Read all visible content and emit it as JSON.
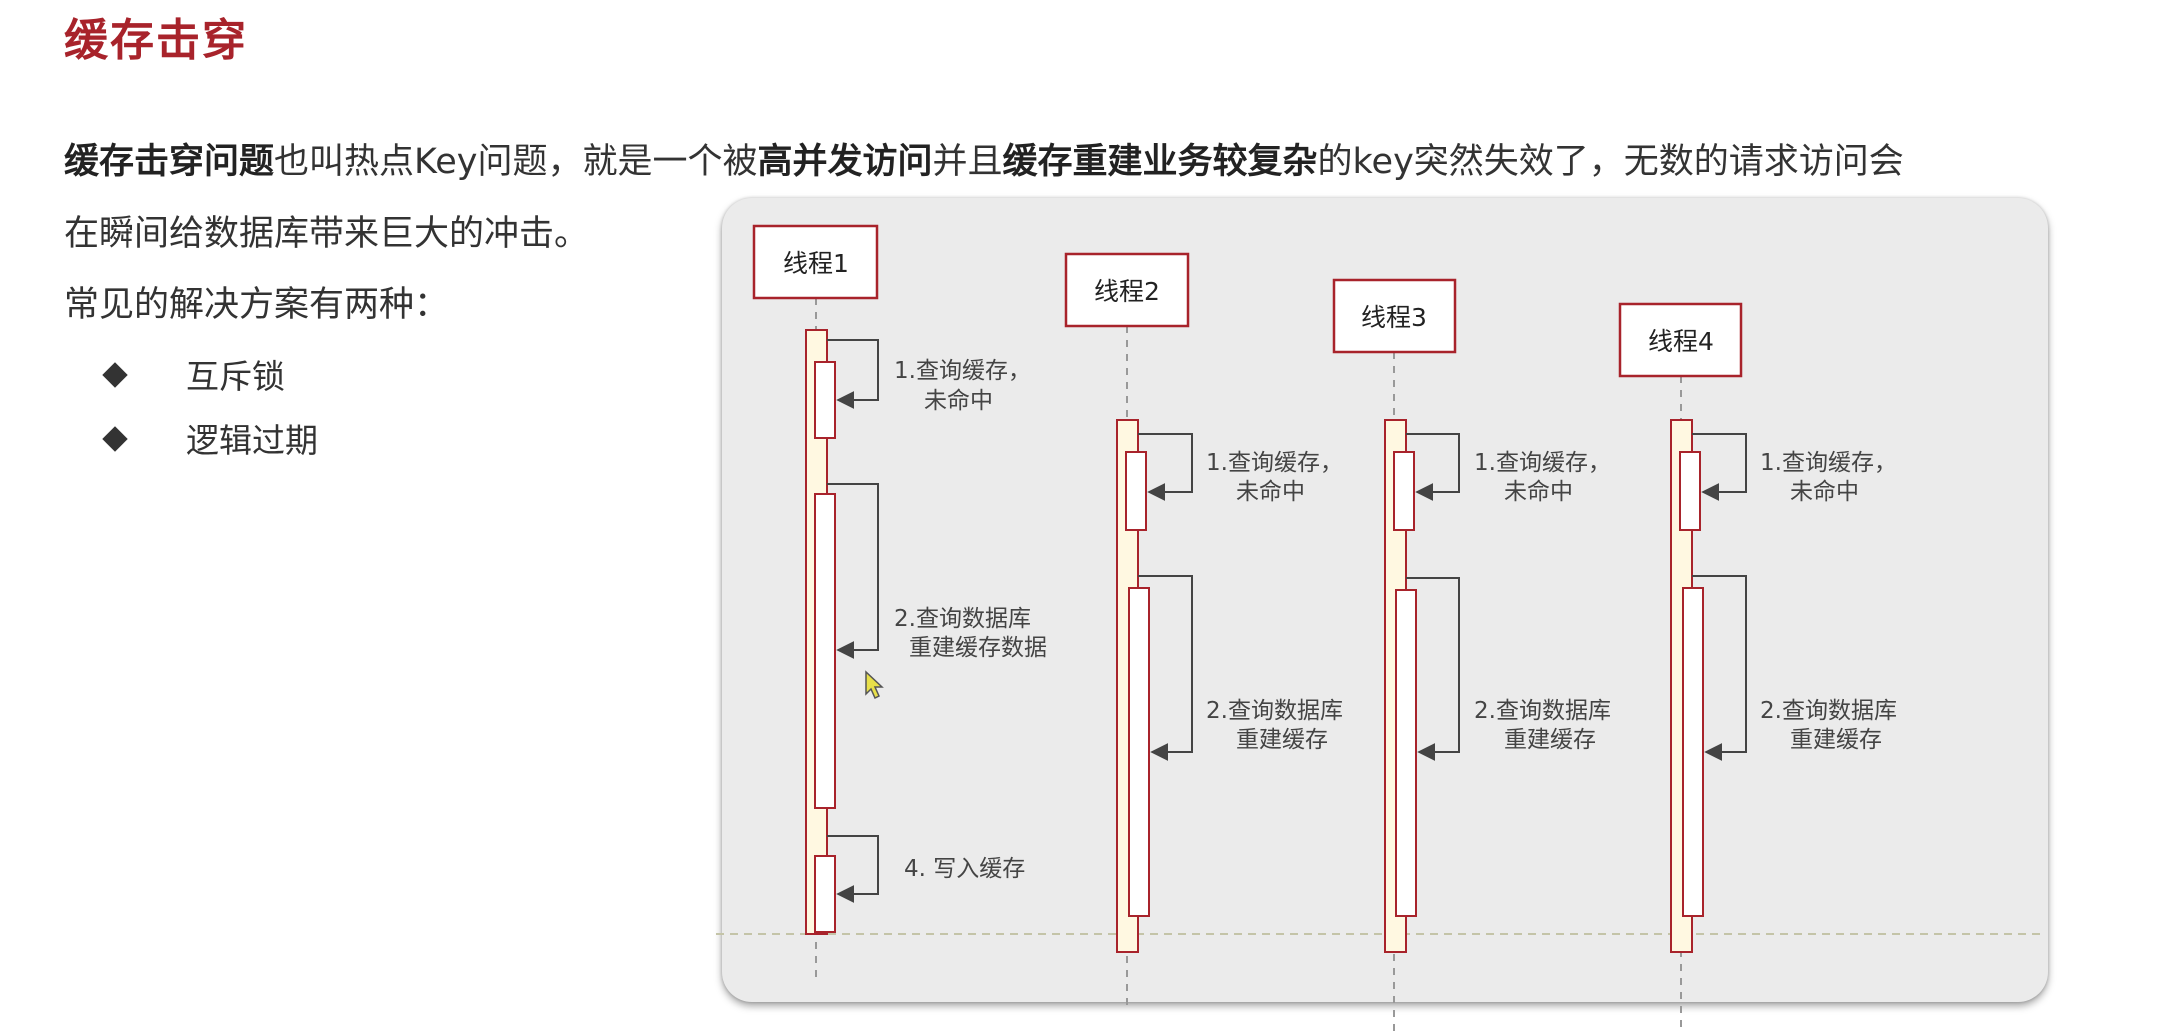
{
  "slide": {
    "title": "缓存击穿",
    "intro": {
      "p1": "缓存击穿问题",
      "p2": "也叫热点Key问题，就是一个被",
      "p3": "高并发访问",
      "p4": "并且",
      "p5": "缓存重建业务较复杂",
      "p6": "的key突然失效了，无数的请求访问会",
      "p7": "在瞬间给数据库带来巨大的冲击。"
    },
    "solutions_title": "常见的解决方案有两种：",
    "solutions": [
      "互斥锁",
      "逻辑过期"
    ]
  },
  "diagram": {
    "threads": [
      {
        "name": "线程1",
        "steps": [
          "1.查询缓存，",
          "未命中",
          "2.查询数据库",
          "重建缓存数据",
          "4. 写入缓存"
        ]
      },
      {
        "name": "线程2",
        "steps": [
          "1.查询缓存，",
          "未命中",
          "2.查询数据库",
          "重建缓存"
        ]
      },
      {
        "name": "线程3",
        "steps": [
          "1.查询缓存，",
          "未命中",
          "2.查询数据库",
          "重建缓存"
        ]
      },
      {
        "name": "线程4",
        "steps": [
          "1.查询缓存，",
          "未命中",
          "2.查询数据库",
          "重建缓存"
        ]
      }
    ]
  },
  "colors": {
    "title": "#a8232b",
    "box_border": "#a8232b",
    "activation_fill": "#fff8e1",
    "arrow": "#444444",
    "cursor": "#e8e04a"
  },
  "icons": [
    "diamond-bullet-icon",
    "mouse-cursor-icon"
  ]
}
